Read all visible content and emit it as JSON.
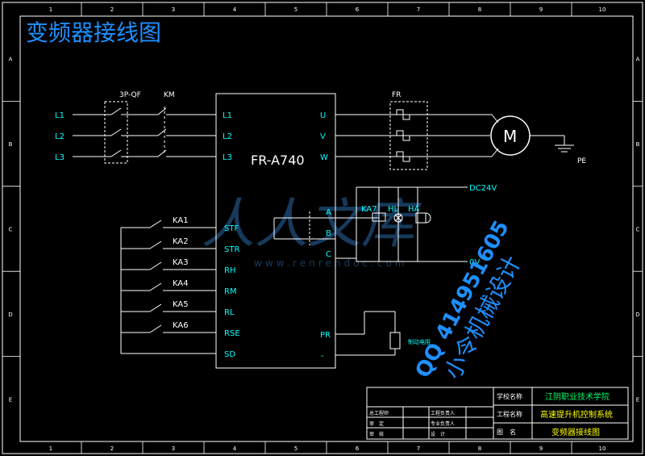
{
  "title": "变频器接线图",
  "border": {
    "columns": [
      "1",
      "2",
      "3",
      "4",
      "5",
      "6",
      "7",
      "8",
      "9",
      "10"
    ],
    "rows": [
      "A",
      "B",
      "C",
      "D",
      "E"
    ]
  },
  "supply": {
    "lines": [
      "L1",
      "L2",
      "L3"
    ],
    "breaker": "3P-QF",
    "contactor": "KM"
  },
  "inverter": {
    "model": "FR-A740",
    "inputs": [
      "L1",
      "L2",
      "L3"
    ],
    "outputs": [
      "U",
      "V",
      "W"
    ],
    "control_terminals": [
      "STF",
      "STR",
      "RH",
      "RM",
      "RL",
      "RSE",
      "SD"
    ],
    "relay_terminals": [
      "A",
      "B",
      "C"
    ],
    "brake_terminals": [
      "PR",
      "-"
    ]
  },
  "control_relays": [
    "KA1",
    "KA2",
    "KA3",
    "KA4",
    "KA5",
    "KA6"
  ],
  "overload_relay": "FR",
  "motor": {
    "symbol": "M",
    "earth": "PE"
  },
  "signal_loads": [
    "KA7",
    "HL",
    "HA"
  ],
  "dc_supply": {
    "positive": "DC24V",
    "zero": "0V"
  },
  "brake_resistor": "制动电阻",
  "watermark": {
    "logo": "人人文库",
    "url": "www.renrendoc.com",
    "contact": "QQ 414951605",
    "note": "小令机械设计"
  },
  "title_block": {
    "school_label": "学校名称",
    "school": "江阴职业技术学院",
    "project_label": "工程名称",
    "project": "高速提升机控制系统",
    "drawing_label": "图　名",
    "drawing": "变频器接线图",
    "roles": [
      "总工程师",
      "工程负责人",
      "审　定",
      "专业负责人",
      "审　核",
      "设　计"
    ]
  },
  "colors": {
    "wire": "#ffffff",
    "label": "#00ffff",
    "frame": "#ffffff",
    "title": "#1e90ff",
    "yellow": "#ffff00",
    "green": "#00ff66"
  }
}
